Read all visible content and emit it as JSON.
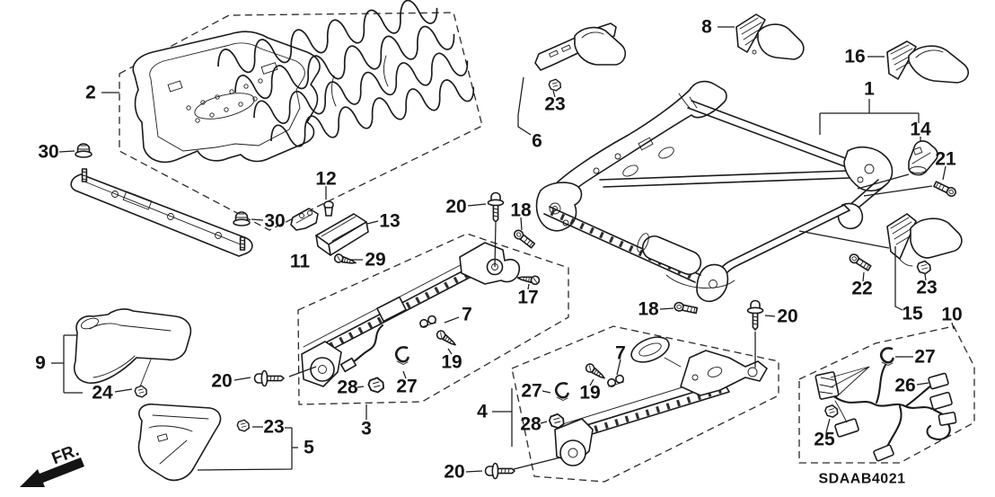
{
  "diagram": {
    "code": "SDAAB4021",
    "direction_label": "FR."
  },
  "callouts": [
    {
      "text": "2"
    },
    {
      "text": "30"
    },
    {
      "text": "30"
    },
    {
      "text": "12"
    },
    {
      "text": "13"
    },
    {
      "text": "11"
    },
    {
      "text": "29"
    },
    {
      "text": "20"
    },
    {
      "text": "18"
    },
    {
      "text": "17"
    },
    {
      "text": "6"
    },
    {
      "text": "23"
    },
    {
      "text": "8"
    },
    {
      "text": "16"
    },
    {
      "text": "1"
    },
    {
      "text": "14"
    },
    {
      "text": "21"
    },
    {
      "text": "22"
    },
    {
      "text": "23"
    },
    {
      "text": "15"
    },
    {
      "text": "10"
    },
    {
      "text": "9"
    },
    {
      "text": "24"
    },
    {
      "text": "20"
    },
    {
      "text": "23"
    },
    {
      "text": "5"
    },
    {
      "text": "3"
    },
    {
      "text": "7"
    },
    {
      "text": "19"
    },
    {
      "text": "28"
    },
    {
      "text": "27"
    },
    {
      "text": "4"
    },
    {
      "text": "7"
    },
    {
      "text": "19"
    },
    {
      "text": "27"
    },
    {
      "text": "28"
    },
    {
      "text": "18"
    },
    {
      "text": "20"
    },
    {
      "text": "20"
    },
    {
      "text": "27"
    },
    {
      "text": "26"
    },
    {
      "text": "25"
    }
  ]
}
